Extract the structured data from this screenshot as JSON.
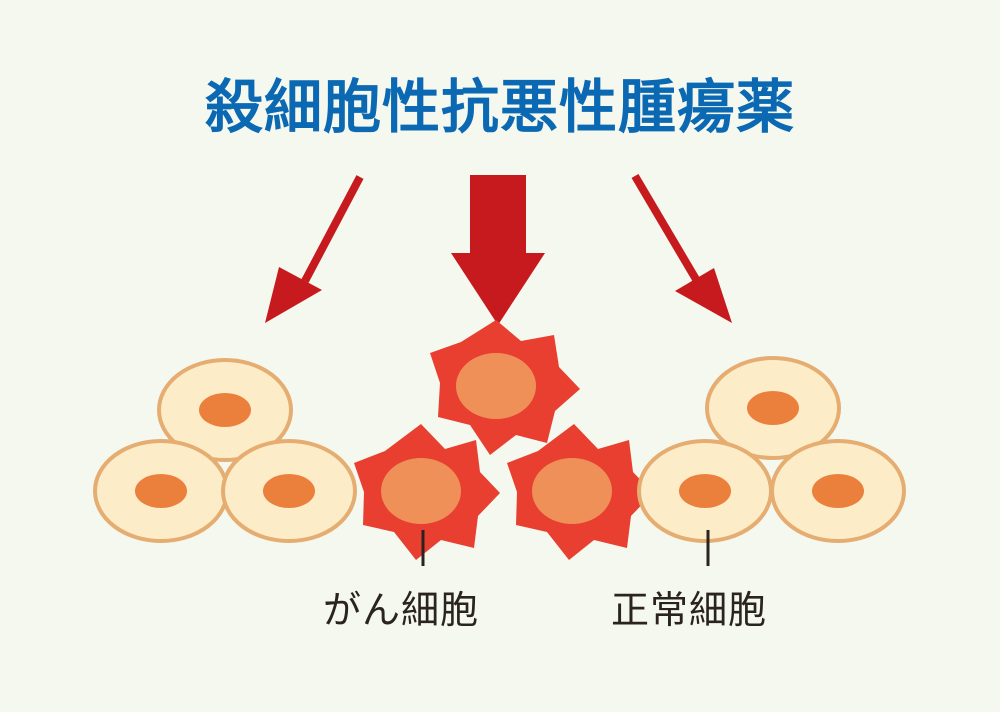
{
  "title": "殺細胞性抗悪性腫瘍薬",
  "labels": {
    "cancer_cells": "がん細胞",
    "normal_cells": "正常細胞"
  },
  "colors": {
    "background": "#f5f8ee",
    "title": "#0b68b3",
    "arrow": "#c61a1f",
    "normal_cell_fill": "#fcecc8",
    "normal_cell_stroke": "#e5ad71",
    "nucleus": "#eb803c",
    "cancer_cell": "#e83f30",
    "cancer_nucleus": "#ee9058",
    "text": "#2a2320"
  }
}
